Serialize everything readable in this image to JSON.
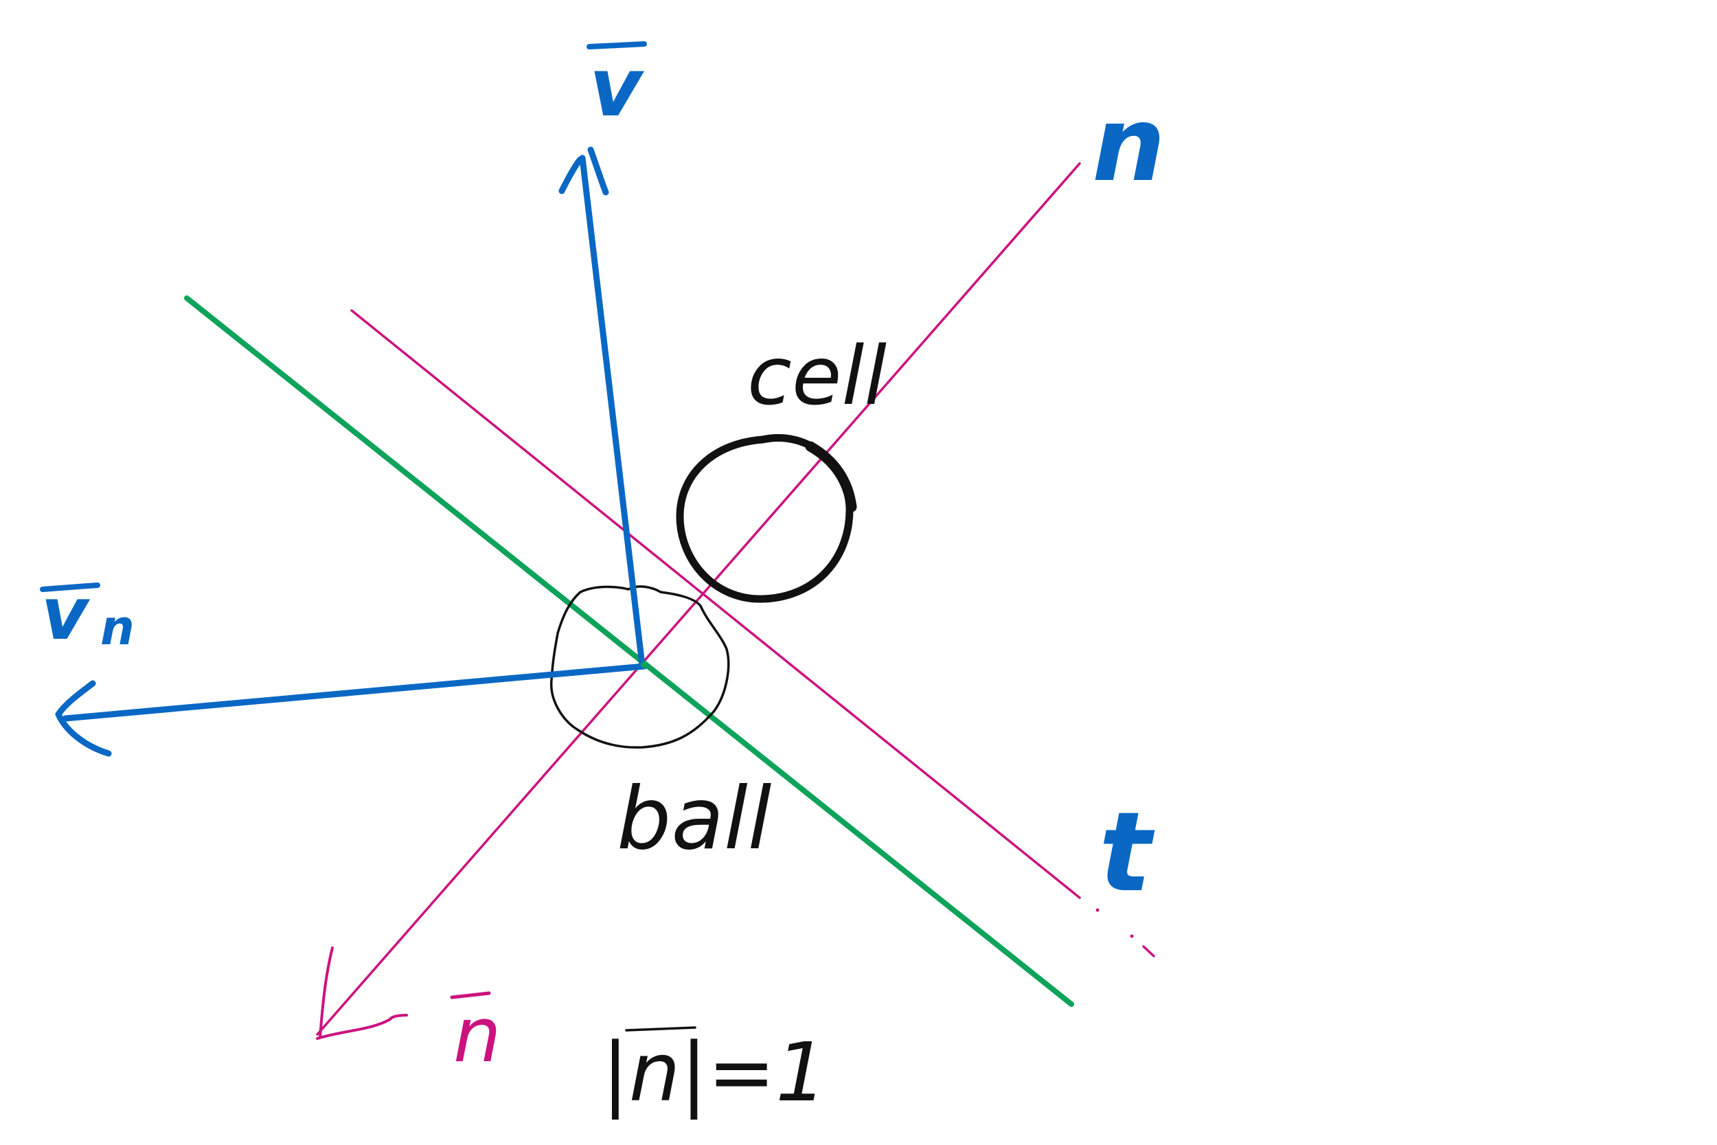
{
  "diagram": {
    "labels": {
      "v": "v",
      "vn": "v",
      "vn_sub": "n",
      "n_axis": "n",
      "t_axis": "t",
      "cell": "cell",
      "ball": "ball",
      "n_unit": "n",
      "norm_eq": "|n|=1"
    },
    "colors": {
      "vector": "#0a68c4",
      "normal_axis": "#cc127e",
      "tangent_line": "#0ea35a",
      "outline": "#111111",
      "background": "#ffffff"
    }
  }
}
